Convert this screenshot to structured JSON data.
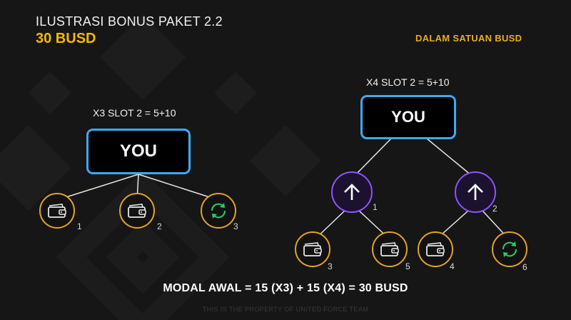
{
  "header": {
    "title": "ILUSTRASI BONUS PAKET 2.2",
    "subtitle": "30 BUSD",
    "unit_note": "DALAM SATUAN BUSD"
  },
  "colors": {
    "background": "#161616",
    "accent_gold": "#f0b90b",
    "node_border": "#e2a325",
    "you_border": "#3fa9f5",
    "upgrade_purple": "#8a56ff",
    "recycle_green": "#2ec866"
  },
  "x3": {
    "slot_label": "X3 SLOT 2 = 5+10",
    "root_label": "YOU",
    "children": [
      {
        "icon": "wallet-icon",
        "number": "1"
      },
      {
        "icon": "wallet-icon",
        "number": "2"
      },
      {
        "icon": "recycle-icon",
        "number": "3"
      }
    ]
  },
  "x4": {
    "slot_label": "X4 SLOT 2 = 5+10",
    "root_label": "YOU",
    "level1": [
      {
        "icon": "arrow-up-icon",
        "number": "1"
      },
      {
        "icon": "arrow-up-icon",
        "number": "2"
      }
    ],
    "level2": [
      {
        "icon": "wallet-icon",
        "number": "3"
      },
      {
        "icon": "wallet-icon",
        "number": "5"
      },
      {
        "icon": "wallet-icon",
        "number": "4"
      },
      {
        "icon": "recycle-icon",
        "number": "6"
      }
    ]
  },
  "footer": {
    "formula": "MODAL AWAL = 15 (X3) + 15 (X4) = 30 BUSD",
    "credit": "THIS IS THE PROPERTY OF UNITED FORCE TEAM"
  }
}
